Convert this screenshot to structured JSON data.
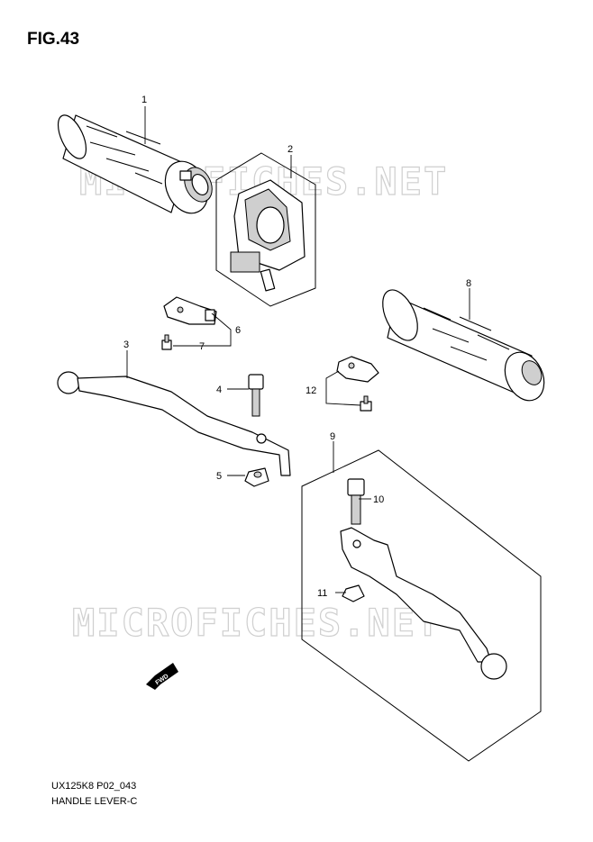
{
  "figure": {
    "title": "FIG.43",
    "code": "UX125K8 P02_043",
    "name": "HANDLE LEVER-C"
  },
  "watermark": "MICROFICHES.NET",
  "direction_label": "FWD",
  "callouts": [
    "1",
    "2",
    "3",
    "4",
    "5",
    "6",
    "7",
    "8",
    "9",
    "10",
    "11",
    "12"
  ]
}
